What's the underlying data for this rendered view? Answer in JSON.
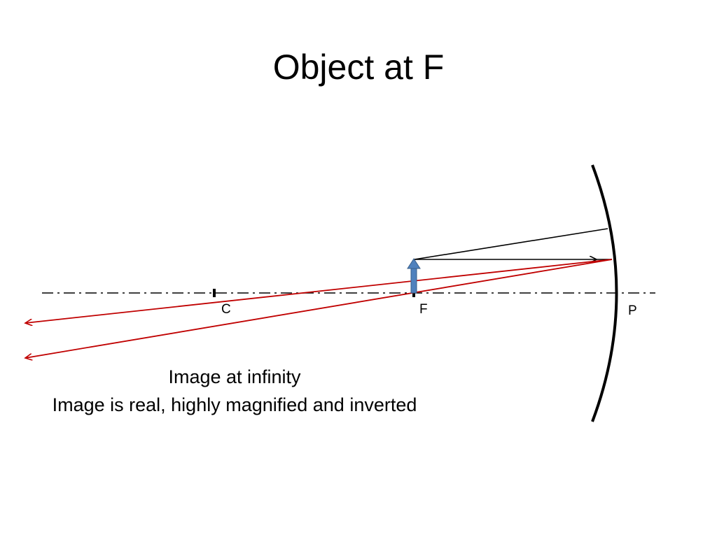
{
  "slide": {
    "title": "Object at F"
  },
  "diagram": {
    "points": {
      "c": "C",
      "f": "F",
      "p": "P"
    },
    "colors": {
      "ray_red": "#c00000",
      "ray_black": "#000000",
      "object_arrow": "#4f81bd",
      "mirror": "#000000"
    }
  },
  "captions": {
    "line1": "Image at infinity",
    "line2": "Image is real, highly magnified and inverted"
  }
}
